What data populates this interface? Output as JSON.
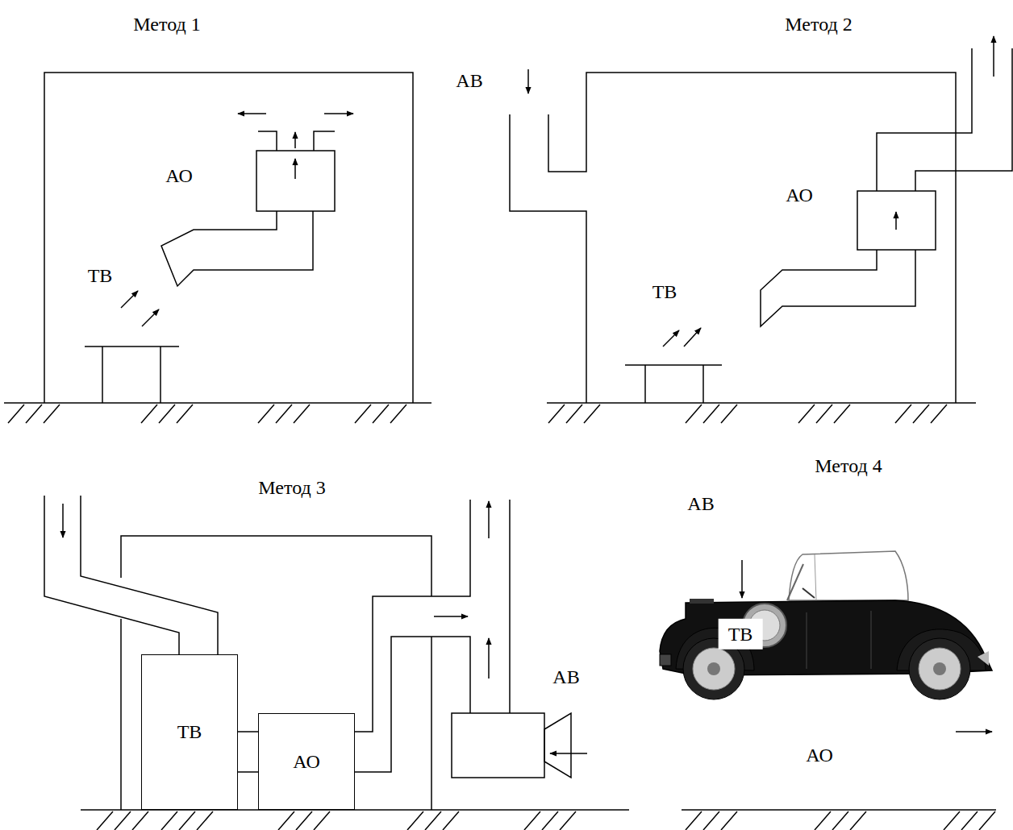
{
  "diagram": {
    "nodes": [
      {
        "text": [
          "ТВ"
        ]
      },
      {
        "text": [
          "АО"
        ]
      }
    ],
    "edges": [
      {
        "from": 0,
        "to": 1,
        "arrow": "none"
      }
    ],
    "labels": [
      "Метод 1",
      "АО",
      "ТВ",
      "Метод 2",
      "АВ",
      "АО",
      "ТВ",
      "Метод 3",
      "АВ",
      "Метод 4",
      "АВ",
      "ТВ",
      "АО"
    ]
  }
}
